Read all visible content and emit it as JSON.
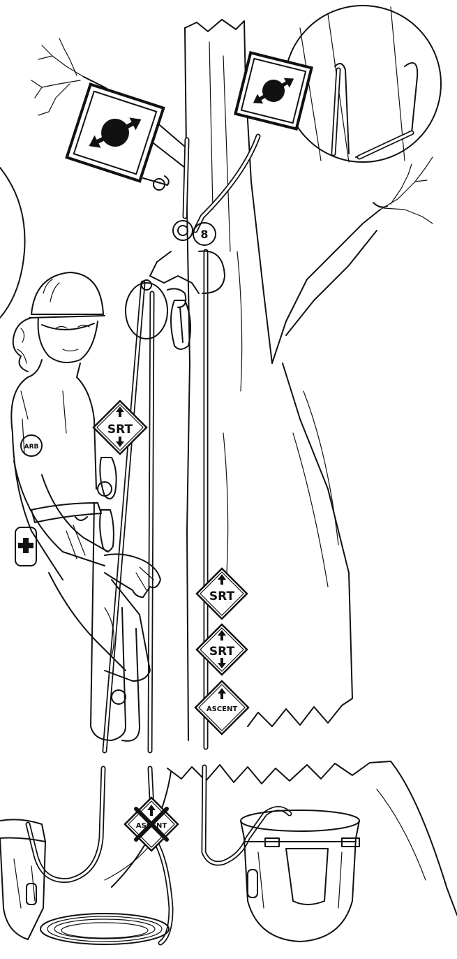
{
  "signs": {
    "srt_up_down_left": "SRT",
    "srt_up_center": "SRT",
    "srt_up_down_center": "SRT",
    "ascent_center": "ASCENT",
    "ascent_crossed": "ASCENT"
  },
  "patch": {
    "logo_text": "ARB"
  },
  "icons": {
    "move": "double-arrow-move-icon",
    "up": "arrow-up-icon",
    "down": "arrow-down-icon",
    "first_aid": "plus-icon"
  },
  "colors": {
    "line": "#111111",
    "background": "#ffffff"
  }
}
